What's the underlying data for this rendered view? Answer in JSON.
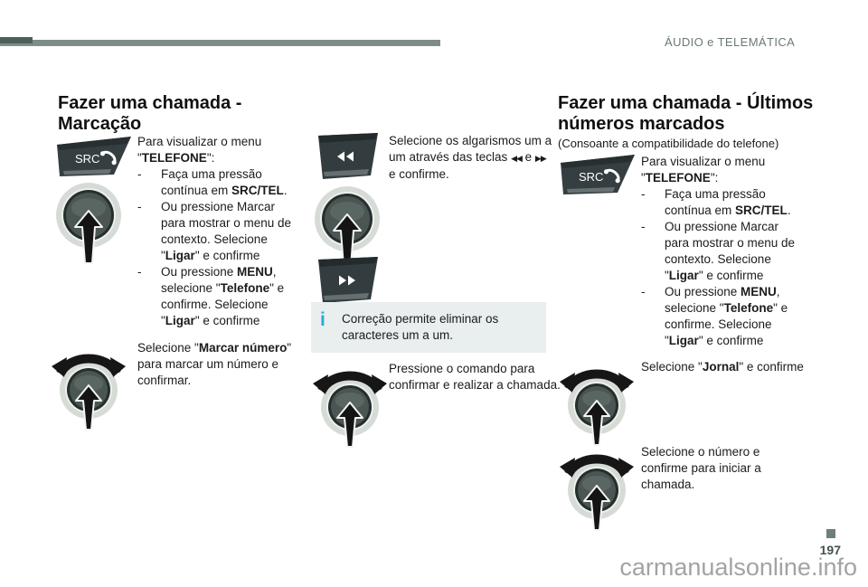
{
  "header": {
    "section": "ÁUDIO e TELEMÁTICA"
  },
  "bullet": "-",
  "glyphs": {
    "src_label": "SRC",
    "info": "i"
  },
  "col1": {
    "title": "Fazer uma chamada - Marcação",
    "intro": [
      {
        "t": "Para visualizar o menu \""
      },
      {
        "t": "TELEFONE",
        "b": true
      },
      {
        "t": "\":"
      }
    ],
    "items": [
      [
        {
          "t": "Faça uma pressão contínua em "
        },
        {
          "t": "SRC/TEL",
          "b": true
        },
        {
          "t": "."
        }
      ],
      [
        {
          "t": "Ou pressione Marcar para mostrar o menu de contexto. Selecione \""
        },
        {
          "t": "Ligar",
          "b": true
        },
        {
          "t": "\" e confirme"
        }
      ],
      [
        {
          "t": "Ou pressione "
        },
        {
          "t": "MENU",
          "b": true
        },
        {
          "t": ", selecione \""
        },
        {
          "t": "Telefone",
          "b": true
        },
        {
          "t": "\" e confirme. Selecione \""
        },
        {
          "t": "Ligar",
          "b": true
        },
        {
          "t": "\" e confirme"
        }
      ]
    ],
    "dial_knob_text": [
      {
        "t": "Selecione \""
      },
      {
        "t": "Marcar número",
        "b": true
      },
      {
        "t": "\" para marcar um número e confirmar."
      }
    ]
  },
  "col2": {
    "digits_text": [
      {
        "t": "Selecione os algarismos um a um através das teclas "
      },
      {
        "t": "◀◀",
        "c": "arr"
      },
      {
        "t": " e "
      },
      {
        "t": "▶▶",
        "c": "arr"
      },
      {
        "t": " e confirme."
      }
    ],
    "info_text": "Correção permite eliminar os caracteres um a um.",
    "confirm_text": "Pressione o comando para confirmar e realizar a chamada."
  },
  "col3": {
    "title": "Fazer uma chamada - Últimos números marcados",
    "subtitle": "(Consoante a compatibilidade do telefone)",
    "intro": [
      {
        "t": "Para visualizar o menu \""
      },
      {
        "t": "TELEFONE",
        "b": true
      },
      {
        "t": "\":"
      }
    ],
    "items": [
      [
        {
          "t": "Faça uma pressão contínua em "
        },
        {
          "t": "SRC/TEL",
          "b": true
        },
        {
          "t": "."
        }
      ],
      [
        {
          "t": "Ou pressione Marcar para mostrar o menu de contexto. Selecione \""
        },
        {
          "t": "Ligar",
          "b": true
        },
        {
          "t": "\" e confirme"
        }
      ],
      [
        {
          "t": "Ou pressione "
        },
        {
          "t": "MENU",
          "b": true
        },
        {
          "t": ", selecione \""
        },
        {
          "t": "Telefone",
          "b": true
        },
        {
          "t": "\" e confirme. Selecione \""
        },
        {
          "t": "Ligar",
          "b": true
        },
        {
          "t": "\" e confirme"
        }
      ]
    ],
    "jornal_text": [
      {
        "t": "Selecione \""
      },
      {
        "t": "Jornal",
        "b": true
      },
      {
        "t": "\" e confirme"
      }
    ],
    "number_text": "Selecione o número e confirme para iniciar a chamada."
  },
  "footer": {
    "page_number": "197",
    "watermark": "carmanualsonline.info"
  }
}
